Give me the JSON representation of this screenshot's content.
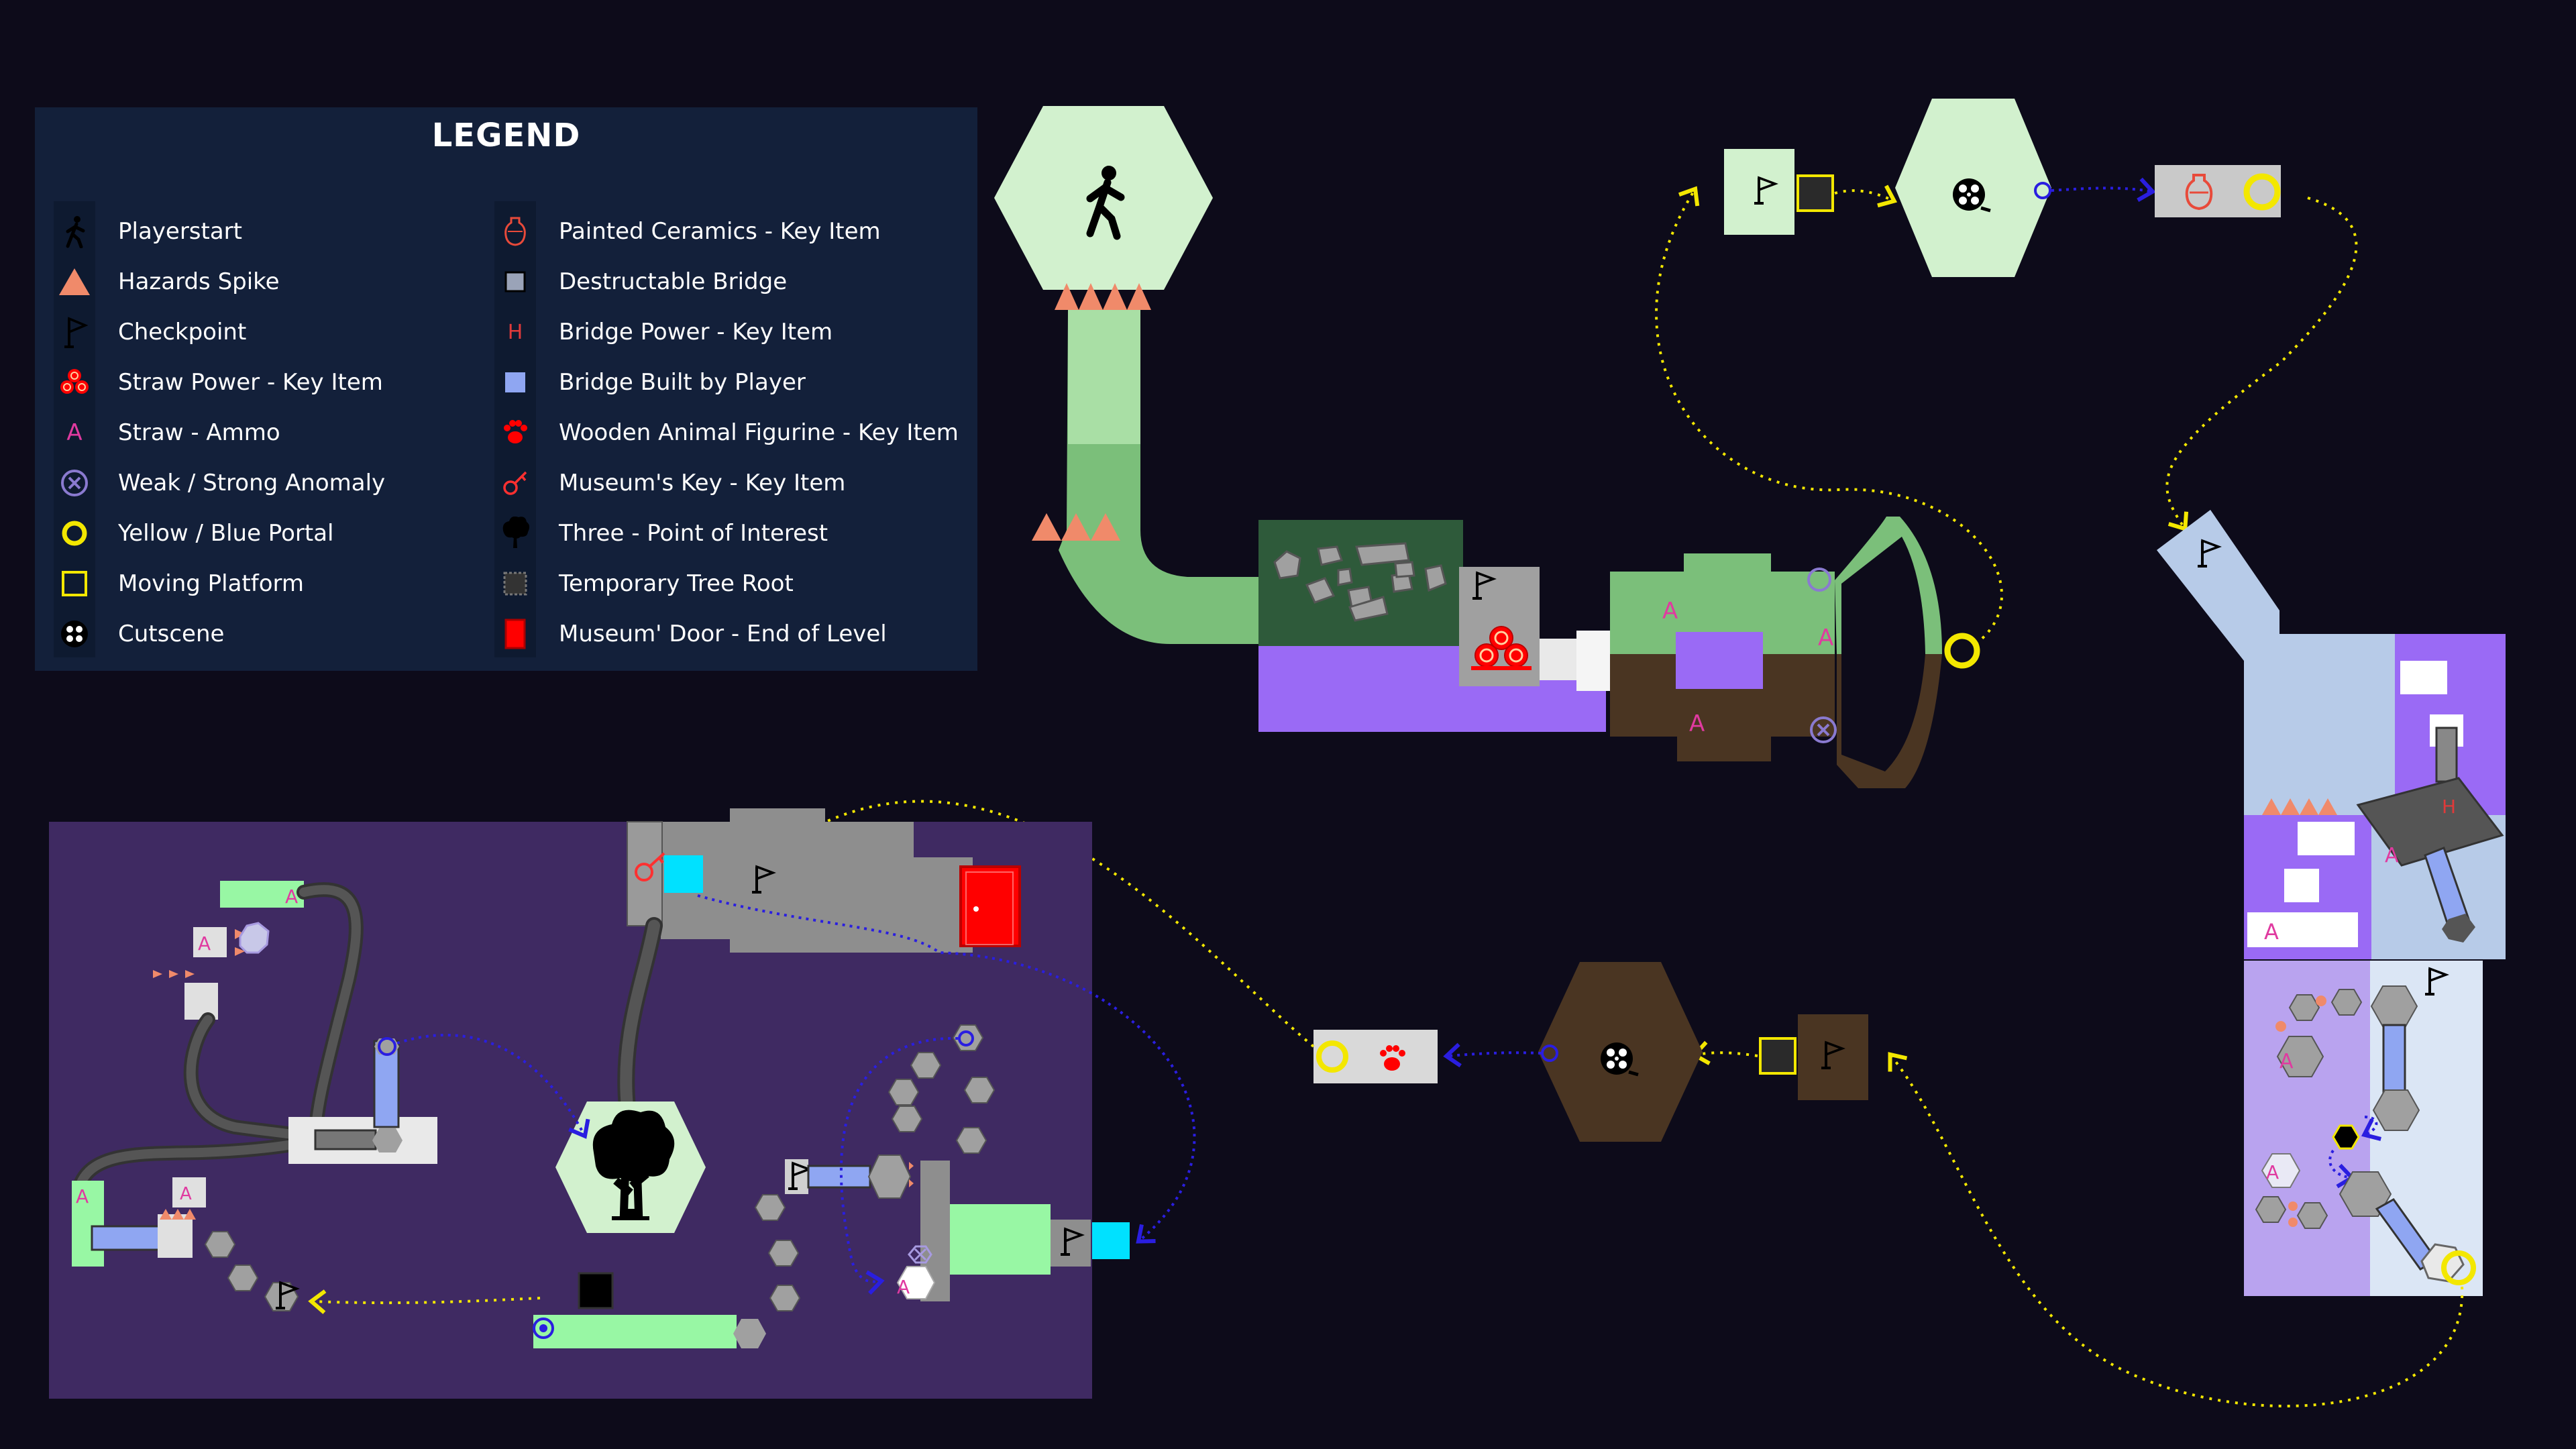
{
  "legend": {
    "title": "LEGEND",
    "items_left": [
      {
        "label": "Playerstart",
        "icon": "walking-person-icon"
      },
      {
        "label": "Hazards Spike",
        "icon": "spike-triangle-icon"
      },
      {
        "label": "Checkpoint",
        "icon": "flag-icon"
      },
      {
        "label": "Straw Power - Key Item",
        "icon": "straw-bundle-icon"
      },
      {
        "label": "Straw - Ammo",
        "icon": "letter-a-icon"
      },
      {
        "label": "Weak / Strong Anomaly",
        "icon": "circle-x-icon"
      },
      {
        "label": "Yellow / Blue Portal",
        "icon": "ring-portal-icon"
      },
      {
        "label": "Moving Platform",
        "icon": "square-outline-icon"
      },
      {
        "label": "Cutscene",
        "icon": "film-reel-icon"
      }
    ],
    "items_right": [
      {
        "label": "Painted Ceramics - Key Item",
        "icon": "vase-icon"
      },
      {
        "label": "Destructable Bridge",
        "icon": "grey-square-icon"
      },
      {
        "label": "Bridge Power - Key Item",
        "icon": "letter-h-icon"
      },
      {
        "label": "Bridge Built by Player",
        "icon": "blue-square-icon"
      },
      {
        "label": "Wooden Animal Figurine - Key Item",
        "icon": "paw-icon"
      },
      {
        "label": "Museum's Key - Key Item",
        "icon": "key-icon"
      },
      {
        "label": "Three - Point of Interest",
        "icon": "tree-icon"
      },
      {
        "label": "Temporary Tree Root",
        "icon": "dashed-square-icon"
      },
      {
        "label": "Museum' Door - End of Level",
        "icon": "red-door-icon"
      }
    ]
  },
  "map_markers": {
    "ammo_letter": "A",
    "bridge_power_letter": "H"
  },
  "colors": {
    "background": "#0d0b1a",
    "legend_panel": "#13203a",
    "green_light": "#d2f1ce",
    "grass": "#7bbf7a",
    "dark_green": "#2e5a3a",
    "purple": "#9a6af5",
    "soil": "#4a3522",
    "grey": "#8e8e8e",
    "light_blue": "#b7cbe8",
    "lavender": "#b9a3ef",
    "deep_purple": "#3f2a62",
    "spike": "#f08a6a",
    "ammo": "#e03aa0",
    "portal_yellow": "#f3e700",
    "portal_blue": "#2a1ee0",
    "cyan": "#00e1ff",
    "door_red": "#ff0000",
    "mint": "#98f7a4"
  }
}
